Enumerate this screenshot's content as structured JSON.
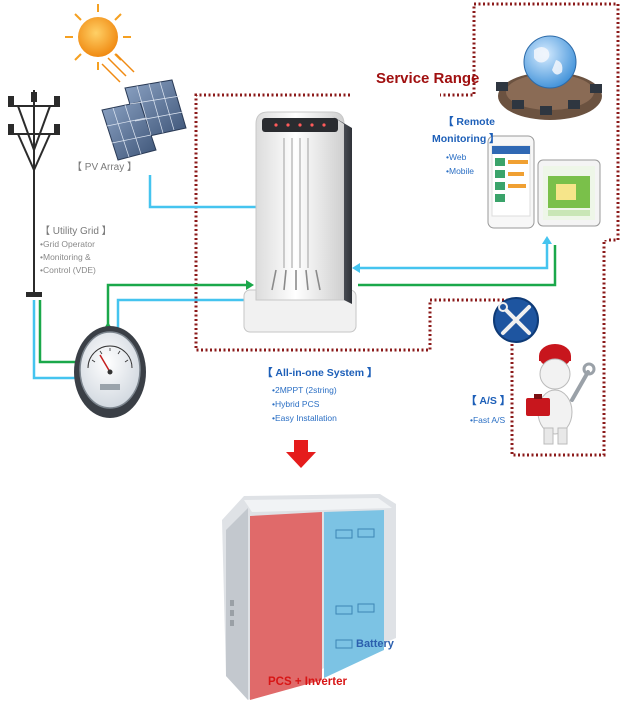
{
  "service_range": {
    "title": "Service Range"
  },
  "pv_array": {
    "label": "【 PV Array 】"
  },
  "utility_grid": {
    "label": "【 Utility Grid 】",
    "bullets": [
      "Grid Operator",
      "Monitoring &",
      "Control (VDE)"
    ]
  },
  "remote_monitoring": {
    "label_line1": "【 Remote",
    "label_line2": "Monitoring 】",
    "bullets": [
      "Web",
      "Mobile"
    ]
  },
  "all_in_one": {
    "label": "【 All-in-one System 】",
    "bullets": [
      "2MPPT (2string)",
      "Hybrid PCS",
      "Easy Installation"
    ]
  },
  "after_service": {
    "label": "【 A/S 】",
    "bullets": [
      "Fast A/S"
    ]
  },
  "cabinet": {
    "pcs_label": "PCS + Inverter",
    "battery_label": "Battery"
  },
  "colors": {
    "service_border": "#8b1a1a",
    "dc_line": "#45c4ef",
    "ac_line": "#1aa84a",
    "down_arrow": "#e51c1c",
    "pcs_panel": "#e06a6a",
    "battery_panel": "#7cc3e4"
  },
  "icons": [
    "sun-icon",
    "solar-panel-icon",
    "utility-pole-icon",
    "power-meter-icon",
    "globe-network-icon",
    "smartphone-icon",
    "tablet-icon",
    "wrench-screwdriver-icon",
    "technician-icon"
  ]
}
